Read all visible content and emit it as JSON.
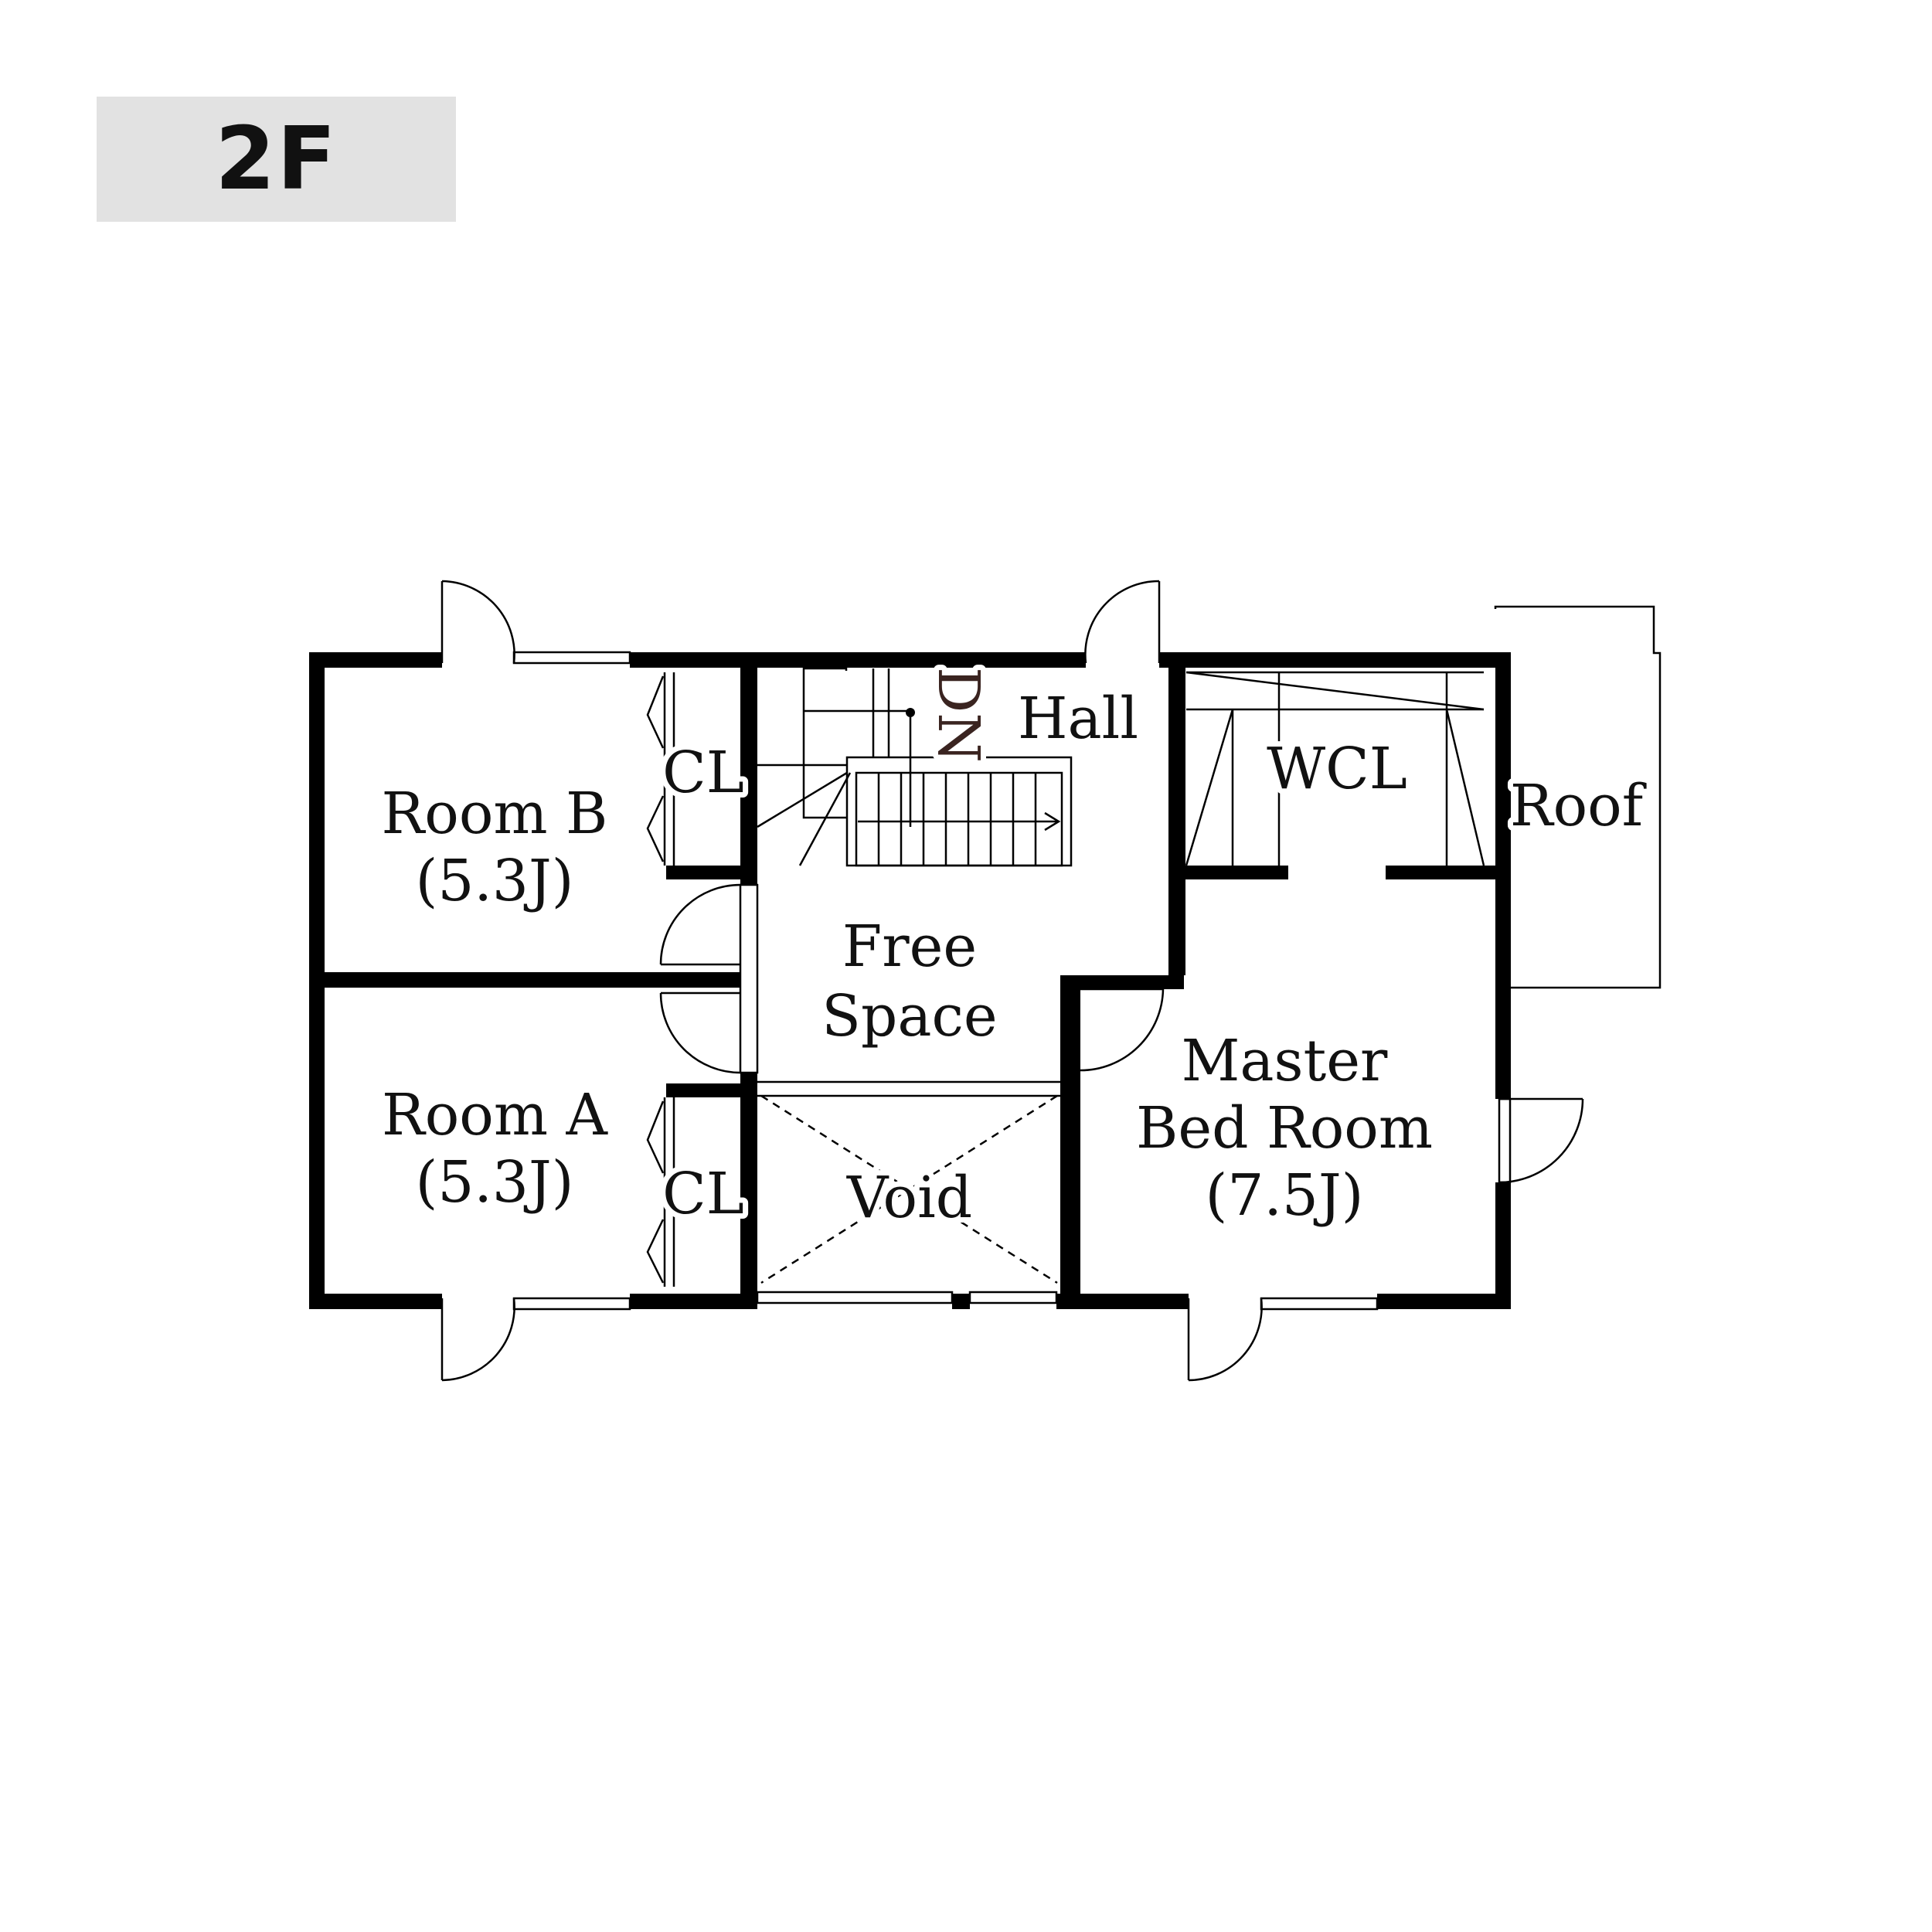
{
  "floor": {
    "label": "2F"
  },
  "rooms": {
    "room_b": {
      "name": "Room B",
      "size": "(5.3J)"
    },
    "room_a": {
      "name": "Room A",
      "size": "(5.3J)"
    },
    "closet_b": {
      "name": "CL"
    },
    "closet_a": {
      "name": "CL"
    },
    "hall": {
      "name": "Hall"
    },
    "stair": {
      "direction": "DN"
    },
    "free_space": {
      "line1": "Free",
      "line2": "Space"
    },
    "void": {
      "name": "Void"
    },
    "wcl": {
      "name": "WCL"
    },
    "roof": {
      "name": "Roof"
    },
    "master": {
      "line1": "Master",
      "line2": "Bed Room",
      "size": "(7.5J)"
    }
  }
}
